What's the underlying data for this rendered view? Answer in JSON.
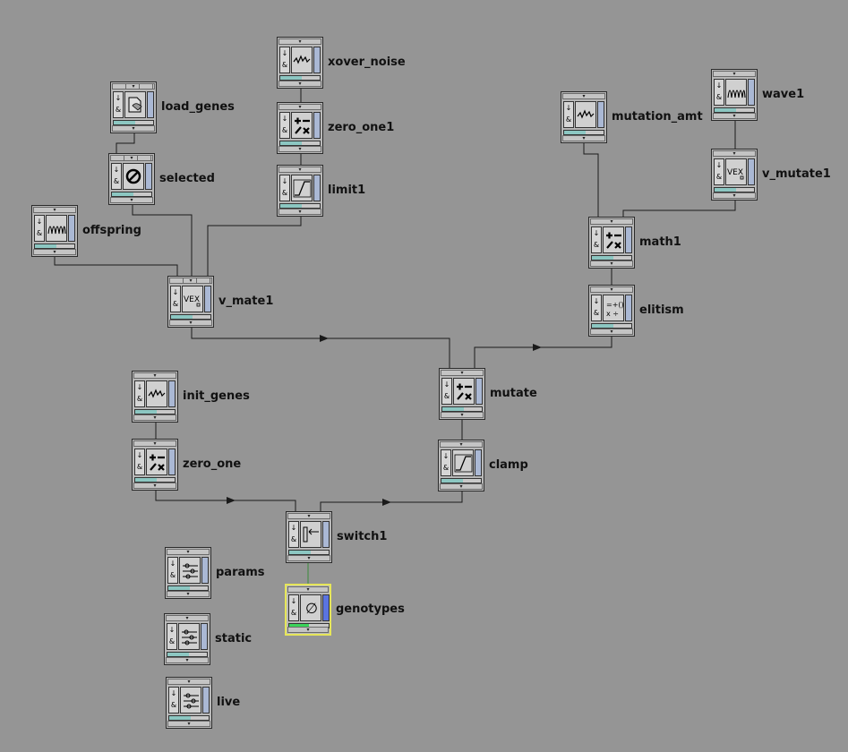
{
  "network": {
    "nodes": [
      {
        "id": "xover_noise",
        "label": "xover_noise",
        "icon": "noise-icon"
      },
      {
        "id": "zero_one1",
        "label": "zero_one1",
        "icon": "math-ops-icon"
      },
      {
        "id": "limit1",
        "label": "limit1",
        "icon": "limit-icon"
      },
      {
        "id": "load_genes",
        "label": "load_genes",
        "icon": "file-load-icon"
      },
      {
        "id": "selected",
        "label": "selected",
        "icon": "null-icon"
      },
      {
        "id": "offspring",
        "label": "offspring",
        "icon": "wave-icon"
      },
      {
        "id": "v_mate1",
        "label": "v_mate1",
        "icon": "vex-icon"
      },
      {
        "id": "mutation_amt",
        "label": "mutation_amt",
        "icon": "noise-icon"
      },
      {
        "id": "wave1",
        "label": "wave1",
        "icon": "wave-icon"
      },
      {
        "id": "v_mutate1",
        "label": "v_mutate1",
        "icon": "vex-icon"
      },
      {
        "id": "math1",
        "label": "math1",
        "icon": "math-ops-icon"
      },
      {
        "id": "elitism",
        "label": "elitism",
        "icon": "expression-icon"
      },
      {
        "id": "init_genes",
        "label": "init_genes",
        "icon": "noise-icon"
      },
      {
        "id": "zero_one",
        "label": "zero_one",
        "icon": "math-ops-icon"
      },
      {
        "id": "mutate",
        "label": "mutate",
        "icon": "math-ops-icon"
      },
      {
        "id": "clamp",
        "label": "clamp",
        "icon": "limit-icon"
      },
      {
        "id": "switch1",
        "label": "switch1",
        "icon": "switch-icon"
      },
      {
        "id": "genotypes",
        "label": "genotypes",
        "icon": "empty-set-icon"
      },
      {
        "id": "params",
        "label": "params",
        "icon": "channel-icon"
      },
      {
        "id": "static",
        "label": "static",
        "icon": "channel-icon"
      },
      {
        "id": "live",
        "label": "live",
        "icon": "channel-icon"
      }
    ],
    "render_node": "genotypes",
    "colors": {
      "background": "#959595",
      "wire": "#1a1a1a",
      "render_highlight": "#e6e65a",
      "display_flag": "#5a74e0"
    }
  }
}
